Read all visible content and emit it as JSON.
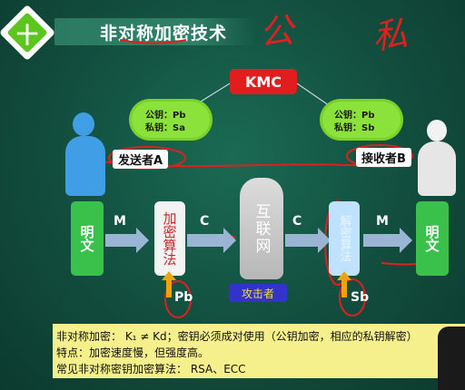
{
  "header": {
    "section_number": "十",
    "title": "非对称加密技术",
    "handwritten_note_1": "公",
    "handwritten_note_2": "私"
  },
  "diagram": {
    "kmc_label": "KMC",
    "sender_keys": {
      "public": "公钥：Pb",
      "private": "私钥：Sa"
    },
    "receiver_keys": {
      "public": "公钥：Pb",
      "private": "私钥：Sb"
    },
    "sender_label": "发送者A",
    "receiver_label": "接收者B",
    "plaintext_left": "明文",
    "plaintext_right": "明文",
    "encrypt_box": "加密算法",
    "internet_box": "互联网",
    "decrypt_box": "解密算法",
    "arrow_m1": "M",
    "arrow_c1": "C",
    "arrow_c2": "C",
    "arrow_m2": "M",
    "encrypt_key": "Pb",
    "decrypt_key": "Sb",
    "attacker_label": "攻击者"
  },
  "footer": {
    "line1": "非对称加密：  K₁ ≠ Kd；密钥必须成对使用（公钥加密，相应的私钥解密）",
    "line2": "特点：加密速度慢，但强度高。",
    "line3": "常见非对称密钥加密算法：  RSA、ECC"
  },
  "colors": {
    "board": "#124d3e",
    "accent_green": "#5cc51e",
    "kmc_red": "#e21d1d",
    "footer_yellow": "#f6f08c",
    "annotation_red": "#e0201e"
  }
}
